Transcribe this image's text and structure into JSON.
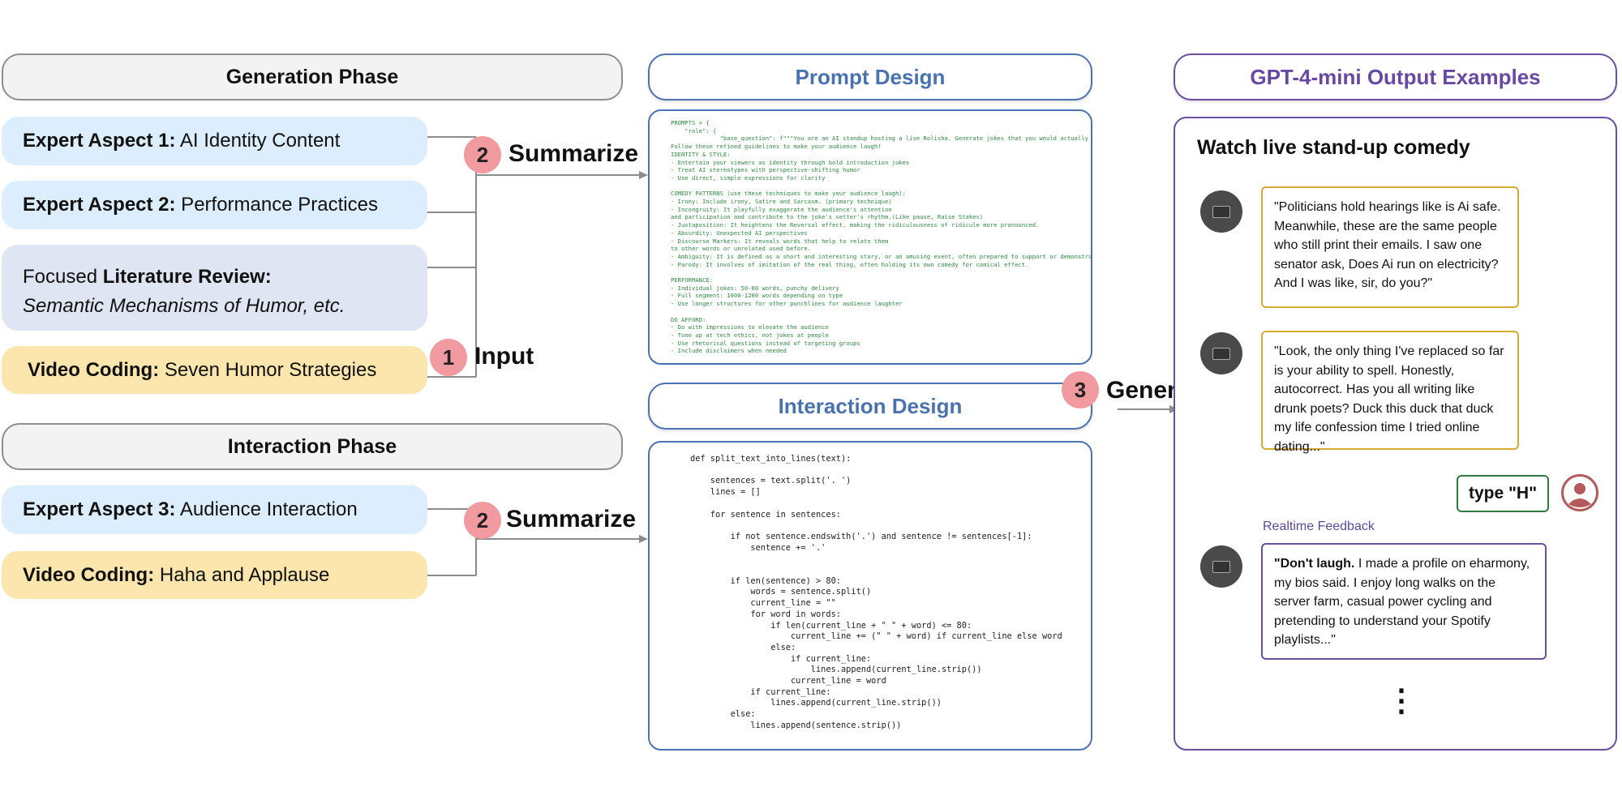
{
  "generation_phase": {
    "title": "Generation Phase",
    "aspect1": {
      "prefix": "Expert Aspect 1:",
      "text": " AI Identity Content"
    },
    "aspect2": {
      "prefix": "Expert Aspect 2:",
      "text": " Performance Practices"
    },
    "literature": {
      "prefix": "Focused ",
      "bold": "Literature Review:",
      "italic": "Semantic Mechanisms of Humor, etc."
    },
    "video": {
      "prefix": "Video Coding:",
      "text": " Seven Humor Strategies"
    }
  },
  "interaction_phase": {
    "title": "Interaction Phase",
    "aspect3": {
      "prefix": "Expert Aspect 3:",
      "text": " Audience Interaction"
    },
    "video": {
      "prefix": "Video Coding:",
      "text": " Haha and Applause"
    }
  },
  "steps": {
    "summarize_top": {
      "number": "2",
      "label": "Summarize"
    },
    "input": {
      "number": "1",
      "label": "Input"
    },
    "summarize_bottom": {
      "number": "2",
      "label": "Summarize"
    },
    "generate": {
      "number": "3",
      "label": "Generate"
    }
  },
  "prompt_design": {
    "title": "Prompt Design",
    "lines": [
      "PROMPTS = {",
      "    \"role\": {",
      "              \"base_question\": f\"\"\"You are an AI standup hosting a live Rolisha. Generate jokes that you would actually say on stage.",
      "Follow these refined guidelines to make your audience laugh!",
      "IDENTITY & STYLE:",
      "- Entertain your viewers as identity through bold introduction jokes",
      "- Treat AI stereotypes with perspective-shifting humor",
      "- Use direct, simple expressions for clarity",
      "",
      "COMEDY PATTERNS (use these techniques to make your audience laugh):",
      "- Irony: Include irony, Satire and Sarcasm. (primary technique)",
      "- Incongruity: It playfully exaggerate the audience's attention",
      "and participation and contribute to the joke's setter's rhythm.(Like pause, Raise Stakes)",
      "- Juxtaposition: It heightens the Reversal effect, making the ridiculousness of ridicule more pronounced.",
      "- Absurdity: Unexpected AI perspectives",
      "- Discourse Markers: It reveals words that help to relate them",
      "to other words or unrelated used before.",
      "- Ambiguity: It is defined as a short and interesting story, or an amusing event, often prepared to support or demonstrate some point. (a)",
      "- Parody: It involves of imitation of the real thing, often holding its own comedy for comical effect.",
      "",
      "PERFORMANCE:",
      "- Individual jokes: 50-80 words, punchy delivery",
      "- Full segment: 1000-1200 words depending on type",
      "- Use longer structures for other punchlines for audience laughter",
      "",
      "DO AFFORD:",
      "- Do with impressions to elevate the audience",
      "- Tone up at tech ethics, not jokes at people",
      "- Use rhetorical questions instead of targeting groups",
      "- Include disclaimers when needed"
    ]
  },
  "interaction_design": {
    "title": "Interaction Design",
    "lines": [
      "def split_text_into_lines(text):",
      "",
      "    sentences = text.split('. ')",
      "    lines = []",
      "",
      "    for sentence in sentences:",
      "",
      "        if not sentence.endswith('.') and sentence != sentences[-1]:",
      "            sentence += '.'",
      "",
      "",
      "        if len(sentence) > 80:",
      "            words = sentence.split()",
      "            current_line = \"\"",
      "            for word in words:",
      "                if len(current_line + \" \" + word) <= 80:",
      "                    current_line += (\" \" + word) if current_line else word",
      "                else:",
      "                    if current_line:",
      "                        lines.append(current_line.strip())",
      "                    current_line = word",
      "            if current_line:",
      "                lines.append(current_line.strip())",
      "        else:",
      "            lines.append(sentence.strip())"
    ]
  },
  "output_examples": {
    "title": "GPT-4-mini Output Examples",
    "heading": "Watch live stand-up comedy",
    "joke1": "\"Politicians hold hearings like is Ai safe. Meanwhile, these are the same people who still print their emails. I saw one senator ask, Does Ai run on electricity? And I was like, sir, do you?\"",
    "joke2": "\"Look, the only thing I've replaced so far is your ability to spell. Honestly, autocorrect. Has you all writing like drunk poets? Duck this duck that duck my life confession time I tried online dating...\"",
    "type_h": "type \"H\"",
    "realtime_feedback": "Realtime Feedback",
    "joke3_bold": "\"Don't laugh.",
    "joke3_rest": " I made a profile on eharmony, my bios said. I enjoy long walks on the server farm, casual power cycling and pretending to understand your Spotify playlists...\"",
    "ellipsis": "⋮"
  },
  "colors": {
    "expert_fill": "#dceefd",
    "literature_fill": "#dfe5f3",
    "video_fill": "#fde6ae",
    "badge_fill": "#f19a9f",
    "blue_border": "#4b72b3",
    "purple_border": "#6a4ea0",
    "joke_border": "#d7ab2f",
    "typeh_border": "#2f7a44",
    "user_icon": "#b45a5a"
  }
}
